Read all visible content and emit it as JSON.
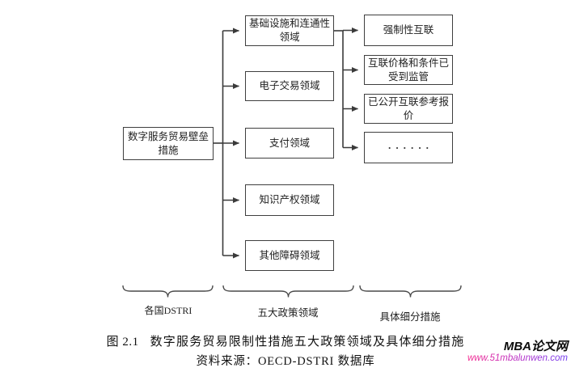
{
  "diagram": {
    "root_box": {
      "label": "数字服务贸易壁垒\n措施"
    },
    "policy_boxes": [
      {
        "label": "基础设施和连通性\n领域"
      },
      {
        "label": "电子交易领域"
      },
      {
        "label": "支付领域"
      },
      {
        "label": "知识产权领域"
      },
      {
        "label": "其他障碍领域"
      }
    ],
    "measure_boxes": [
      {
        "label": "强制性互联"
      },
      {
        "label": "互联价格和条件已\n受到监管"
      },
      {
        "label": "已公开互联参考报\n价"
      },
      {
        "label": "······"
      }
    ],
    "group_labels": [
      {
        "label": "各国DSTRI"
      },
      {
        "label": "五大政策领域"
      },
      {
        "label": "具体细分措施"
      }
    ]
  },
  "caption": {
    "figure_label": "图 2.1",
    "title": "数字服务贸易限制性措施五大政策领域及具体细分措施",
    "source": "资料来源：OECD-DSTRI 数据库"
  },
  "watermark": {
    "site_name": "MBA论文网",
    "site_url": "www.51mbalunwen.com"
  },
  "colors": {
    "line": "#3a3a3a",
    "box_border": "#3f3f3f",
    "text": "#222222",
    "url_gradient_start": "#f5288e",
    "url_gradient_end": "#6f3bf0"
  }
}
